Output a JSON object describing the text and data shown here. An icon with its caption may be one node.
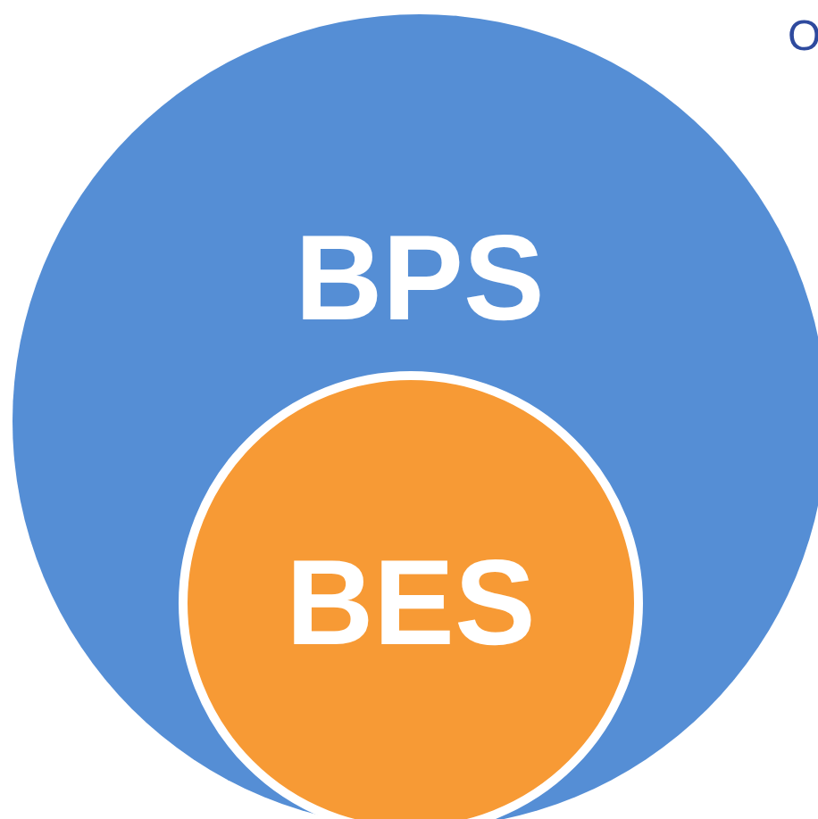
{
  "diagram": {
    "nodes": [
      {
        "text": [
          "BPS"
        ]
      },
      {
        "text": [
          "BES"
        ],
        "in": 0
      }
    ],
    "labels": [
      "O"
    ]
  }
}
